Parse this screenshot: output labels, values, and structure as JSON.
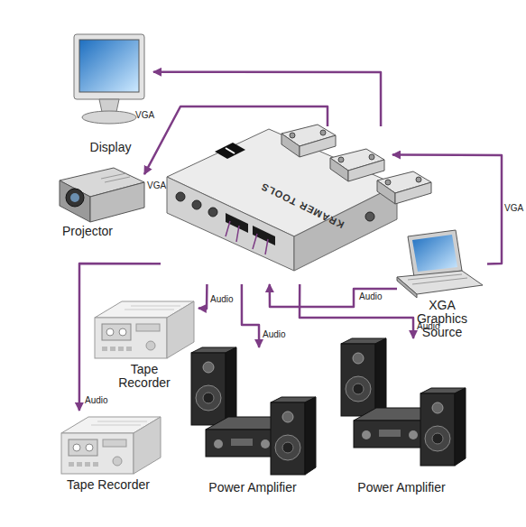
{
  "diagram": {
    "nodes": [
      {
        "text": [
          "Display"
        ]
      },
      {
        "text": [
          "Projector"
        ]
      },
      {
        "text": [
          "KRAMER TOOLS"
        ]
      },
      {
        "text": [
          "XGA Graphics Source"
        ]
      },
      {
        "text": [
          "Tape Recorder"
        ]
      },
      {
        "text": [
          "Tape Recorder"
        ]
      },
      {
        "text": [
          "Power Amplifier"
        ]
      },
      {
        "text": [
          "Power Amplifier"
        ]
      }
    ],
    "edges": [
      {
        "from": 2,
        "to": 0,
        "arrow": "to",
        "label": "VGA"
      },
      {
        "from": 2,
        "to": 1,
        "arrow": "to",
        "label": "VGA"
      },
      {
        "from": 3,
        "to": 2,
        "arrow": "to",
        "label": "VGA"
      },
      {
        "from": 3,
        "to": 2,
        "arrow": "to",
        "label": "Audio"
      },
      {
        "from": 2,
        "to": 4,
        "arrow": "to",
        "label": "Audio"
      },
      {
        "from": 2,
        "to": 5,
        "arrow": "to",
        "label": "Audio"
      },
      {
        "from": 2,
        "to": 6,
        "arrow": "to",
        "label": "Audio"
      },
      {
        "from": 2,
        "to": 7,
        "arrow": "to",
        "label": "Audio"
      }
    ]
  }
}
